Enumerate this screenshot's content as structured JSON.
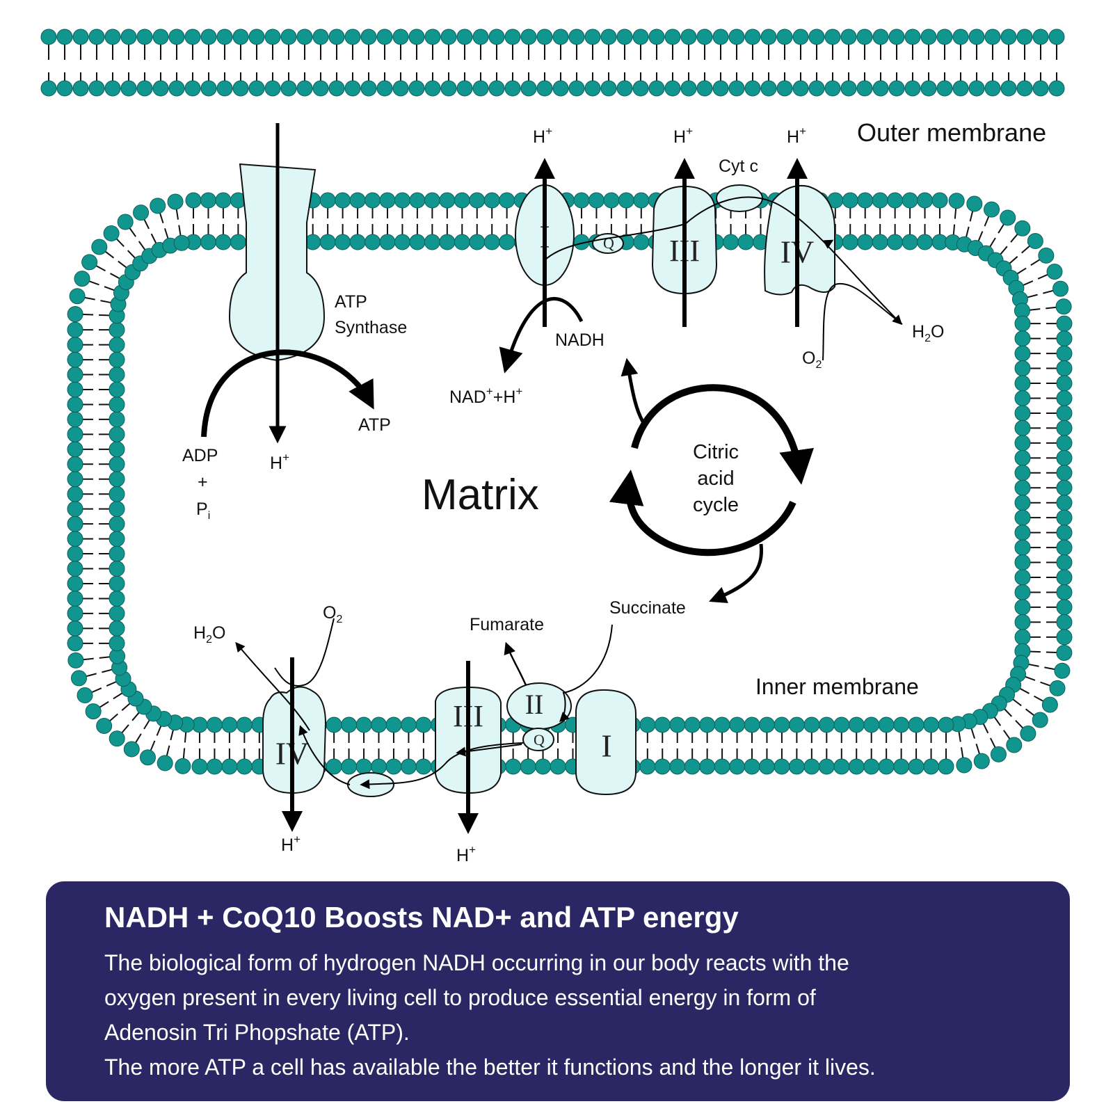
{
  "colors": {
    "membrane_head": "#11968f",
    "membrane_head_stroke": "#0b5f5a",
    "protein_fill": "#dff6f6",
    "info_box_bg": "#2b2664",
    "info_box_text": "#ffffff"
  },
  "diagram": {
    "outer_membrane_label": "Outer membrane",
    "inner_membrane_label": "Inner membrane",
    "matrix_label": "Matrix",
    "atp_synthase": {
      "line1": "ATP",
      "line2": "Synthase"
    },
    "atp_label": "ATP",
    "adp": {
      "line1": "ADP",
      "line2": "+",
      "line3": "P",
      "sub": "i"
    },
    "proton": "H",
    "proton_charge": "+",
    "nadh": "NADH",
    "nad_plus": {
      "a": "NAD",
      "b": "+H"
    },
    "cyt_c": "Cyt c",
    "water": {
      "a": "H",
      "sub": "2",
      "b": "O"
    },
    "oxygen": {
      "a": "O",
      "sub": "2"
    },
    "citric_acid_cycle": {
      "line1": "Citric",
      "line2": "acid",
      "line3": "cycle"
    },
    "succinate": "Succinate",
    "fumarate": "Fumarate",
    "complex_I": "I",
    "complex_II": "II",
    "complex_III": "III",
    "complex_IV": "IV",
    "coenzyme_Q": "Q"
  },
  "info": {
    "title": "NADH + CoQ10 Boosts NAD+ and ATP energy",
    "lines": [
      "The biological form of hydrogen NADH occurring in our body reacts with the",
      "oxygen present in every living cell to produce essential energy in form of",
      "Adenosin Tri Phopshate (ATP).",
      "The more ATP a cell has available the better it functions and the longer it lives."
    ]
  }
}
